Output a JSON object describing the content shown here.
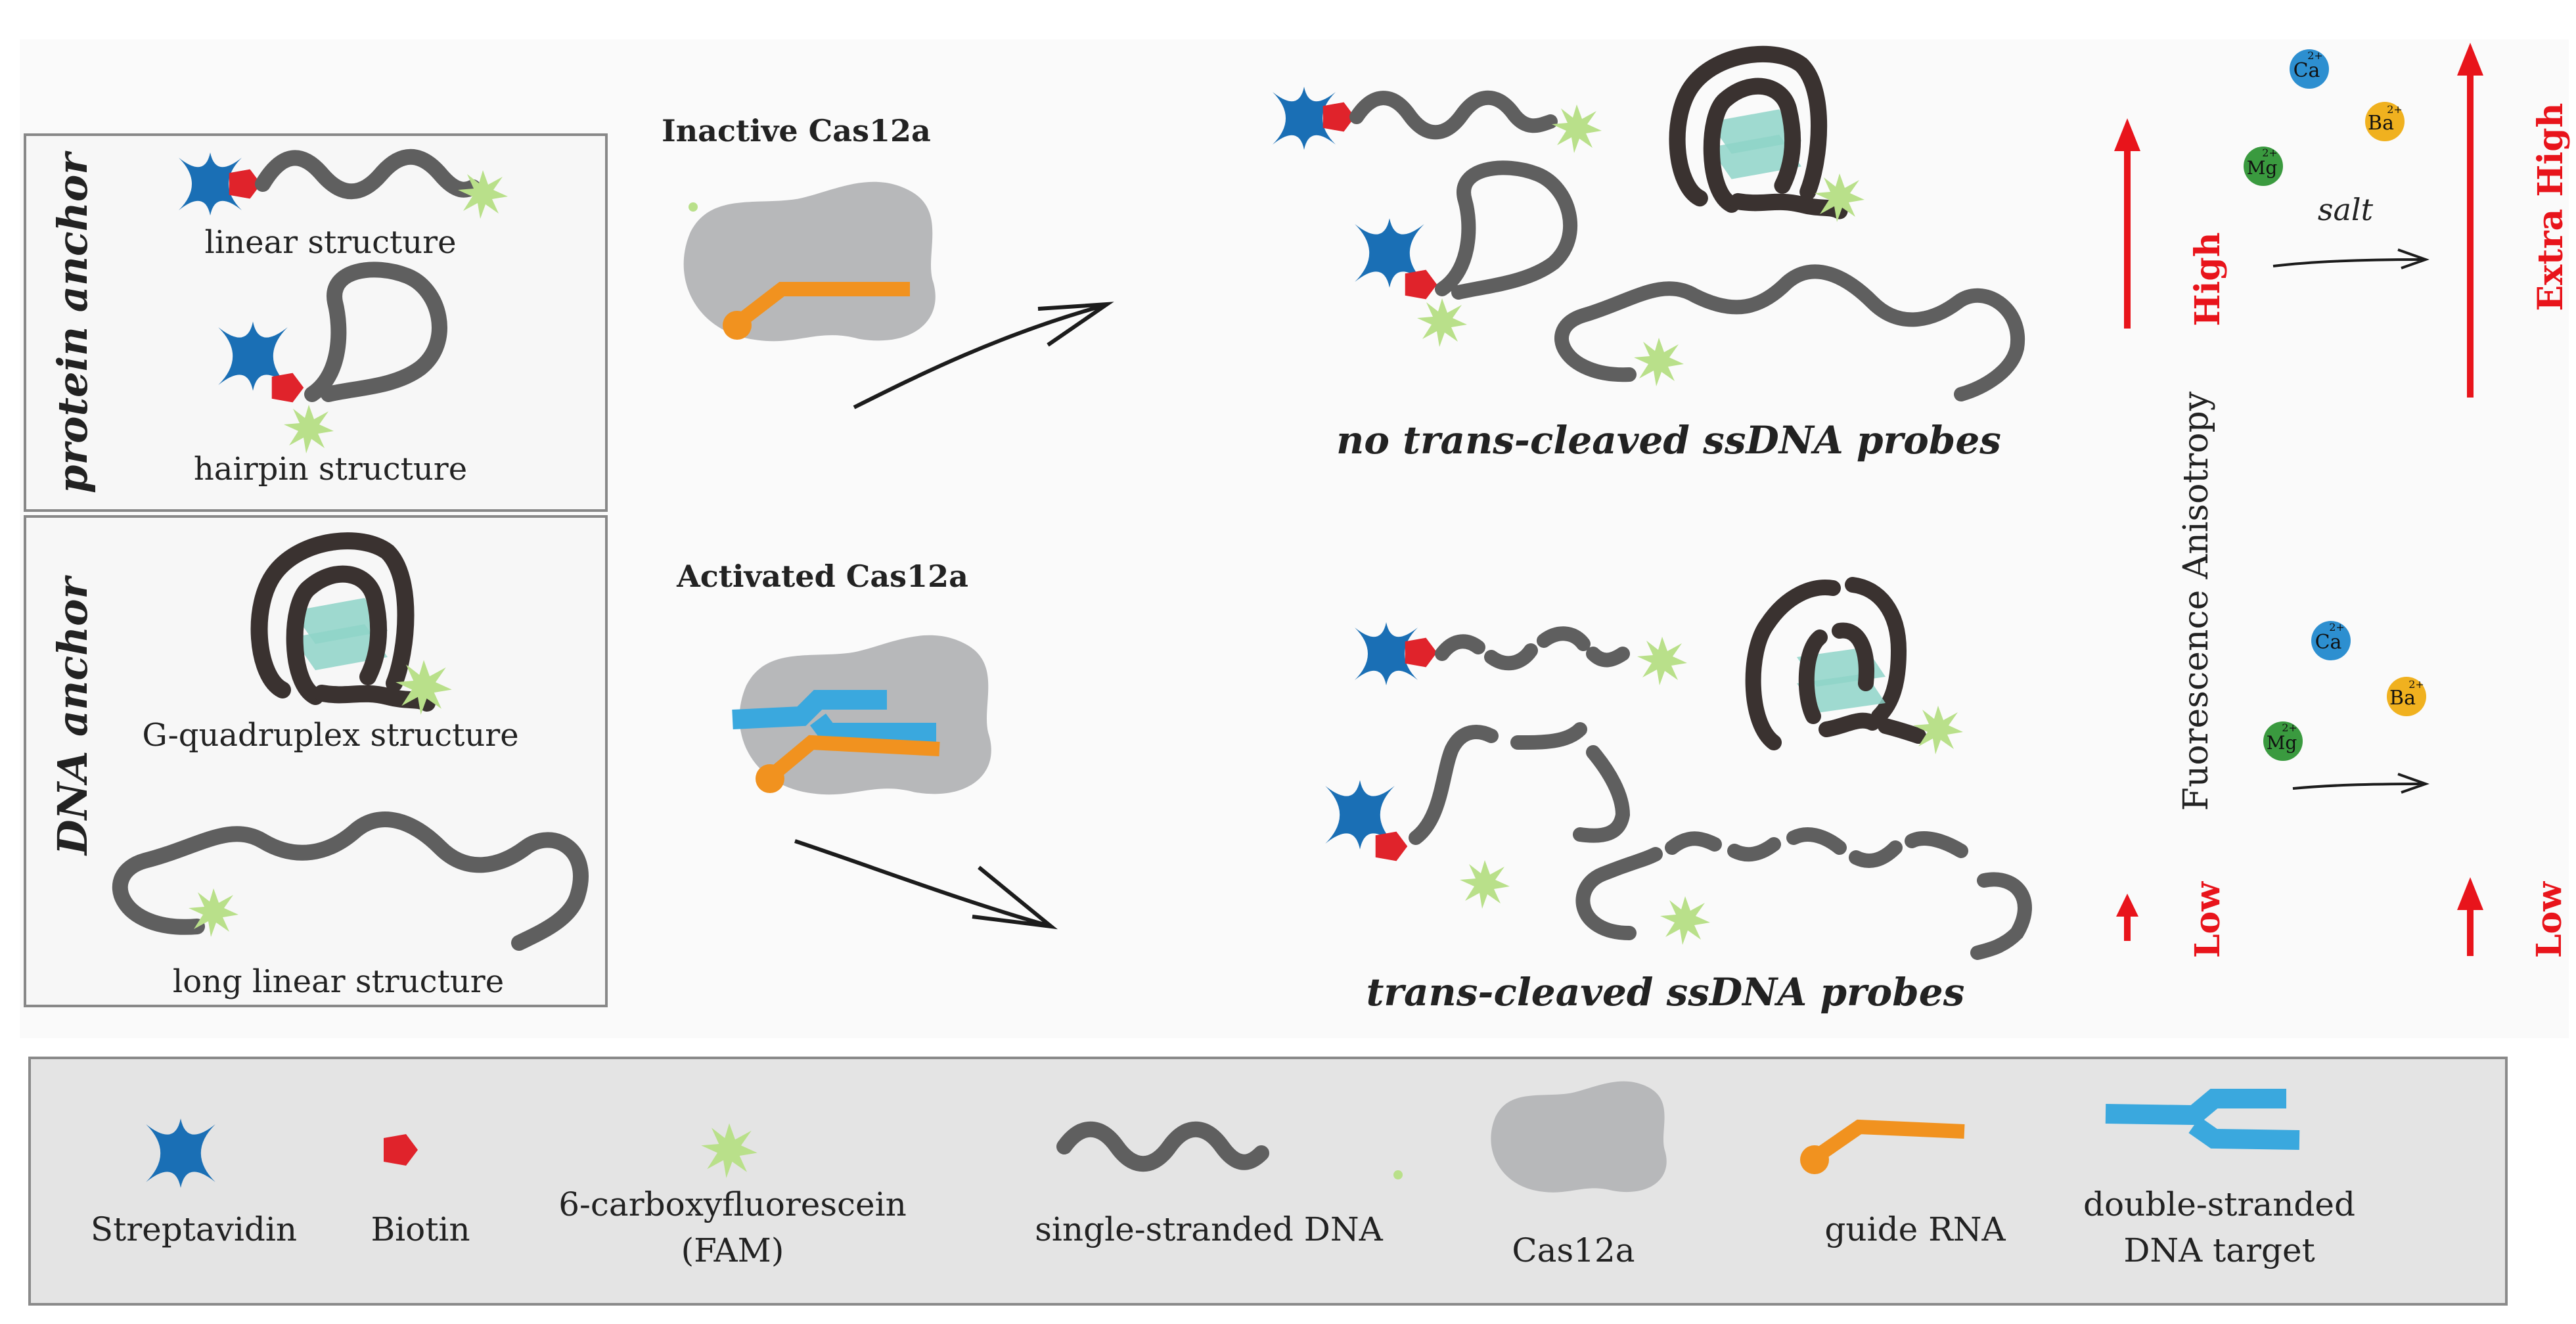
{
  "colors": {
    "streptavidin": "#1a6fb5",
    "biotin": "#e0232b",
    "fam": "#b9e08a",
    "ssdna": "#5f5f5f",
    "gquad": "#3a3230",
    "gquad_plane": "#8ed3c8",
    "cas12a": "#b7b8ba",
    "guide_rna": "#f1921f",
    "dsdna": "#3aa8de",
    "arrow_red": "#e8141b",
    "legend_bg": "#e4e4e4",
    "ca_ion": "#2d8fd0",
    "ba_ion": "#f0b11f",
    "mg_ion": "#3a9a3f"
  },
  "panels": {
    "protein_anchor": {
      "title": "protein anchor",
      "linear_label": "linear structure",
      "hairpin_label": "hairpin structure"
    },
    "dna_anchor": {
      "title": "DNA anchor",
      "gquad_label": "G-quadruplex structure",
      "long_label": "long linear structure"
    }
  },
  "cas": {
    "inactive_label": "Inactive Cas12a",
    "activated_label": "Activated Cas12a"
  },
  "results": {
    "top_caption": "no trans-cleaved ssDNA probes",
    "bottom_caption": "trans-cleaved ssDNA probes"
  },
  "anisotropy": {
    "axis_label": "Fuorescence Anisotropy",
    "high": "High",
    "low_left": "Low",
    "extra_high": "Extra High",
    "low_right": "Low",
    "salt": "salt",
    "ions": {
      "ca": "Ca",
      "ba": "Ba",
      "mg": "Mg",
      "charge": "2+"
    }
  },
  "legend": {
    "streptavidin": "Streptavidin",
    "biotin": "Biotin",
    "fam_line1": "6-carboxyfluorescein",
    "fam_line2": "(FAM)",
    "ssdna": "single-stranded DNA",
    "cas12a": "Cas12a",
    "guide_rna": "guide RNA",
    "dsdna_line1": "double-stranded",
    "dsdna_line2": "DNA target"
  }
}
